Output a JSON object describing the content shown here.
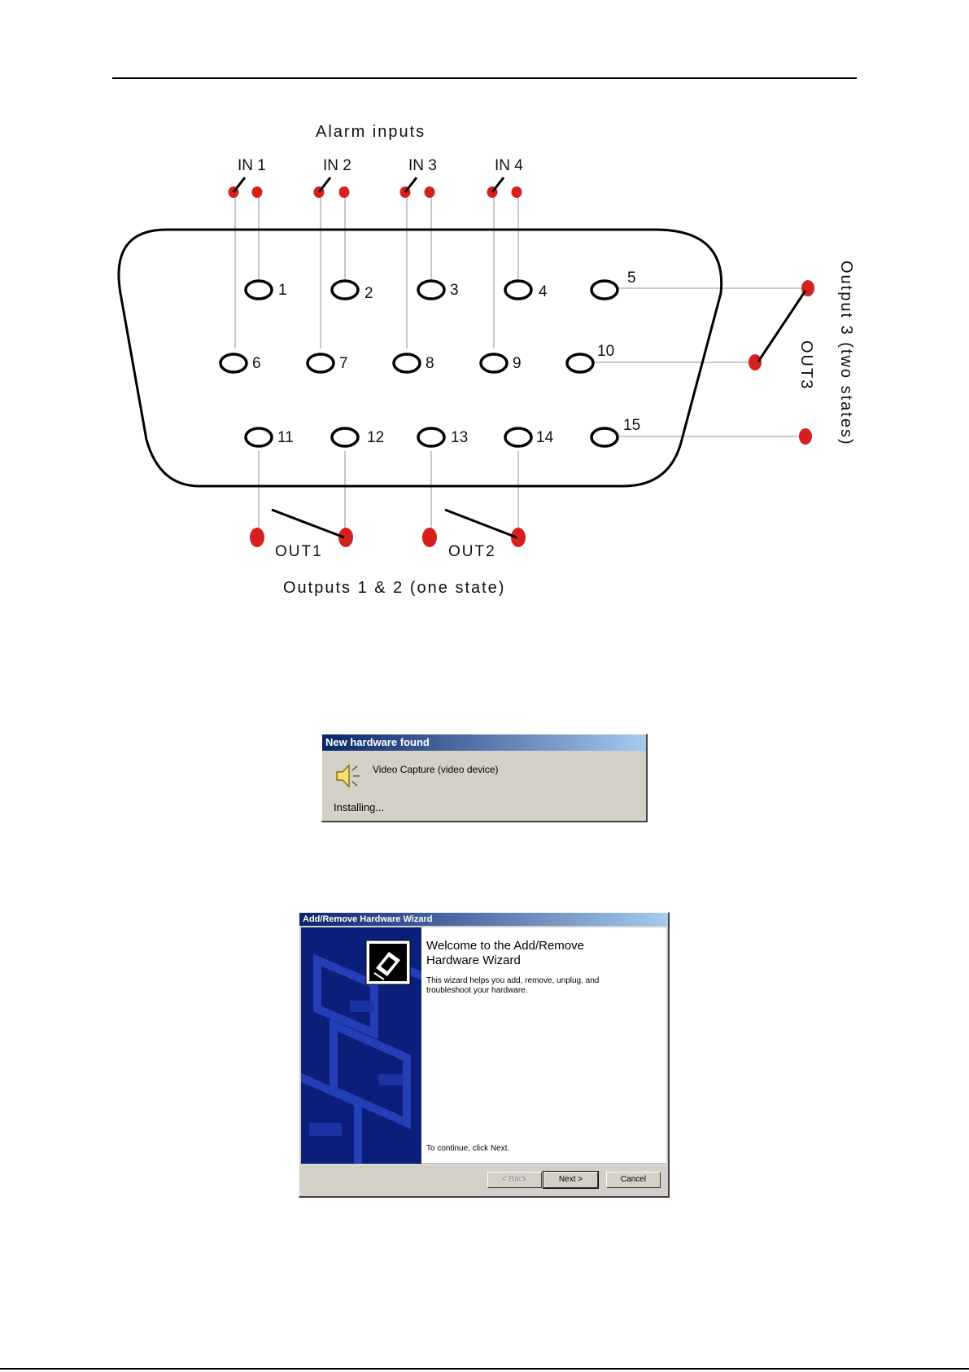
{
  "diagram": {
    "title": "Alarm inputs",
    "inputs": [
      "IN 1",
      "IN 2",
      "IN 3",
      "IN 4"
    ],
    "pins": [
      "1",
      "2",
      "3",
      "4",
      "5",
      "6",
      "7",
      "8",
      "9",
      "10",
      "11",
      "12",
      "13",
      "14",
      "15"
    ],
    "out1": "OUT1",
    "out2": "OUT2",
    "out3": "OUT3",
    "outputs12": "Outputs 1 & 2 (one state)",
    "output3": "Output 3 (two states)",
    "colors": {
      "terminal": "#d62020",
      "line": "#000000",
      "wire": "#aaaaaa"
    }
  },
  "popup": {
    "title": "New hardware found",
    "device": "Video Capture (video device)",
    "status": "Installing..."
  },
  "wizard": {
    "title": "Add/Remove Hardware Wizard",
    "heading": "Welcome to the Add/Remove Hardware Wizard",
    "description": "This wizard helps you add, remove, unplug, and troubleshoot your hardware.",
    "continue": "To continue, click Next.",
    "back": "< Back",
    "next": "Next >",
    "cancel": "Cancel"
  }
}
